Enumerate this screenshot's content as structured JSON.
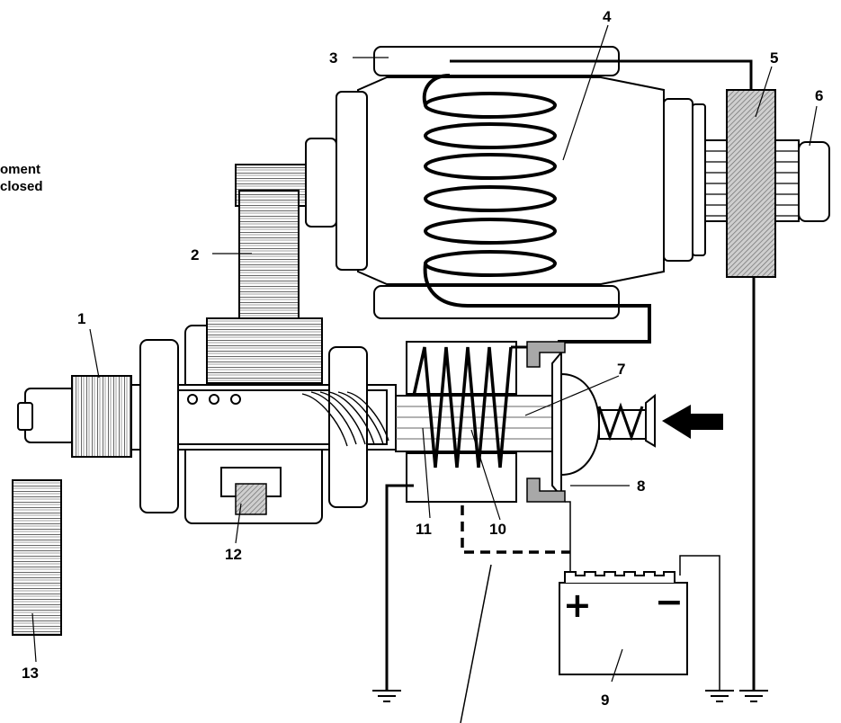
{
  "caption": {
    "line1": "oment",
    "line2": "closed"
  },
  "callouts": [
    "1",
    "2",
    "3",
    "4",
    "5",
    "6",
    "7",
    "8",
    "9",
    "10",
    "11",
    "12",
    "13"
  ],
  "battery": {
    "plus": "+",
    "minus": "−"
  },
  "colors": {
    "stroke": "#000000",
    "grey": "#a8a8a8",
    "light": "#ffffff"
  }
}
